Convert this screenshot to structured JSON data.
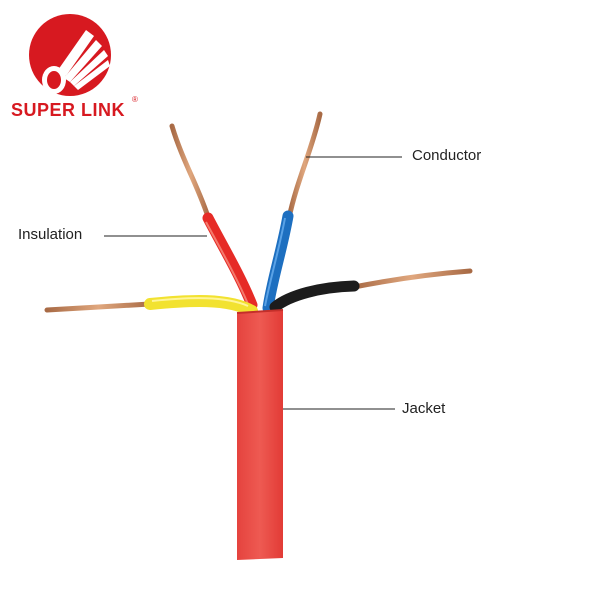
{
  "brand": {
    "name": "SUPER LINK",
    "registered_mark": "®",
    "logo_icon": "cable-strands-logo-icon",
    "color": "#d71920"
  },
  "labels": {
    "conductor": "Conductor",
    "insulation": "Insulation",
    "jacket": "Jacket"
  },
  "colors": {
    "jacket": "#e8413c",
    "insulation_red": "#e62b26",
    "insulation_blue": "#1d6fc0",
    "insulation_black": "#1c1c1c",
    "insulation_yellow": "#f2e230",
    "copper": "#c98a5e"
  }
}
